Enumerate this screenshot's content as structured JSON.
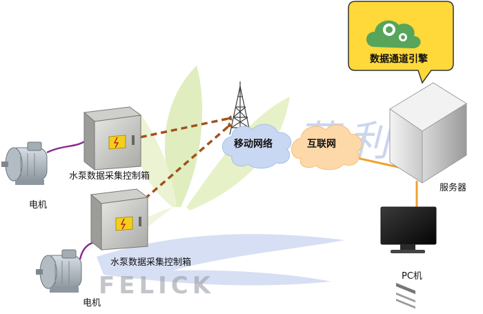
{
  "labels": {
    "engine_name": "数据通道引擎",
    "mobile_network": "移动网络",
    "internet": "互联网",
    "server": "服务器",
    "pc": "PC机",
    "box_top": "水泵数据采集控制箱",
    "box_bottom": "水泵数据采集控制箱",
    "motor_top": "电机",
    "motor_bottom": "电机"
  },
  "watermark": {
    "brand": "FELICK",
    "script": "菲利科"
  },
  "colors": {
    "bubble_fill": "#ffd83a",
    "bubble_stroke": "#333333",
    "mobile_cloud": "#c9d8f2",
    "internet_cloud": "#fdd8a8",
    "dashed_link": "#a0521c",
    "cable": "#f0a030",
    "motor_cable": "#8b2c8f",
    "watermark_leaf": "#c7df8a",
    "watermark_blue": "#a6b9e6"
  },
  "icons": {
    "engine": "cloud-gear-icon",
    "tower": "cell-tower-icon",
    "server": "server-tower-icon",
    "pc": "monitor-icon",
    "box": "electrical-cabinet-icon",
    "motor": "electric-motor-icon"
  }
}
